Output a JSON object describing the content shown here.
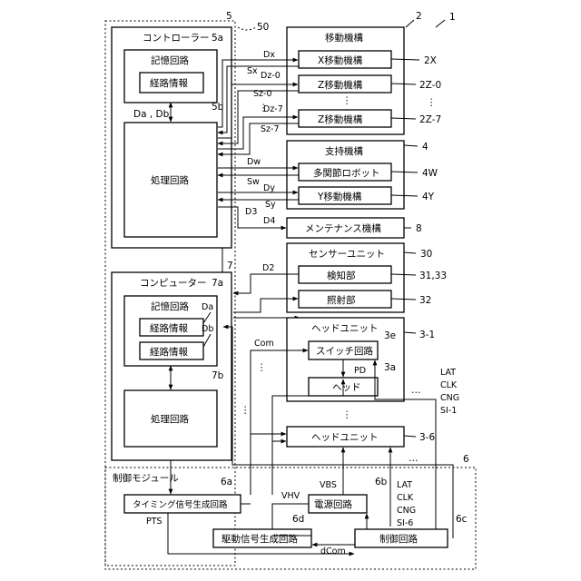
{
  "ref": {
    "system": "1",
    "controller_group": "5",
    "controller_dashed": "50",
    "controller_mem": "5a",
    "controller_proc": "5b",
    "moving": "2",
    "x_mech": "2X",
    "z0_mech": "2Z-0",
    "z7_mech": "2Z-7",
    "support": "4",
    "robot": "4W",
    "y_mech": "4Y",
    "maint": "8",
    "sensor": "30",
    "detect": "31,33",
    "irrad": "32",
    "computer": "7",
    "comp_mem": "7a",
    "comp_proc": "7b",
    "head_unit_1": "3-1",
    "switch": "3e",
    "head": "3a",
    "head_unit_6": "3-6",
    "control_module": "6",
    "timing": "6a",
    "power": "6b",
    "ctrl_circuit": "6c",
    "drive": "6d"
  },
  "labels": {
    "controller": "コントローラー",
    "memory": "記憶回路",
    "route_info": "経路情報",
    "processing": "処理回路",
    "moving": "移動機構",
    "x_mech": "X移動機構",
    "z_mech": "Z移動機構",
    "support": "支持機構",
    "robot": "多関節ロボット",
    "y_mech": "Y移動機構",
    "maint": "メンテナンス機構",
    "sensor": "センサーユニット",
    "detect": "検知部",
    "irrad": "照射部",
    "computer": "コンピューター",
    "head_unit": "ヘッドユニット",
    "switch": "スイッチ回路",
    "head": "ヘッド",
    "control_module": "制御モジュール",
    "timing": "タイミング信号生成回路",
    "power": "電源回路",
    "drive": "駆動信号生成回路",
    "ctrl_circuit": "制御回路"
  },
  "signals": {
    "da_db": "Da , Db",
    "da": "Da",
    "db": "Db",
    "dx": "Dx",
    "sx": "Sx",
    "dz0": "Dz-0",
    "sz0": "Sz-0",
    "dz7": "Dz-7",
    "sz7": "Sz-7",
    "dw": "Dw",
    "sw": "Sw",
    "dy": "Dy",
    "sy": "Sy",
    "d3": "D3",
    "d4": "D4",
    "d2": "D2",
    "com": "Com",
    "pd": "PD",
    "lat": "LAT",
    "clk": "CLK",
    "cng": "CNG",
    "si1": "SI-1",
    "si6": "SI-6",
    "vbs": "VBS",
    "vhv": "VHV",
    "pts": "PTS",
    "dcom": "dCom",
    "ellipsis_v": "⋮",
    "ellipsis_h": "…"
  }
}
